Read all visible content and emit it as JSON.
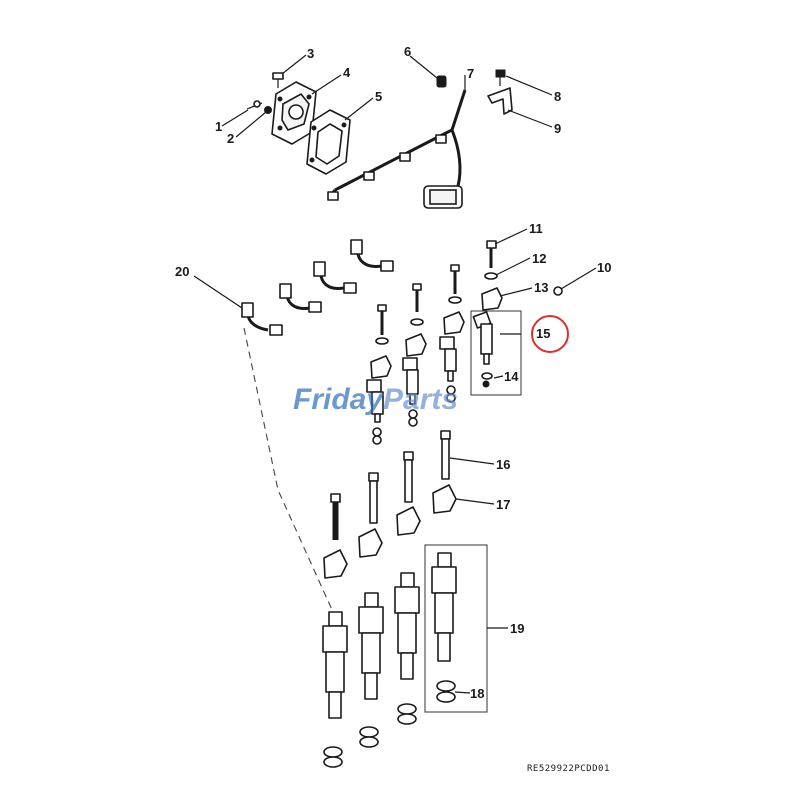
{
  "callouts": [
    "1",
    "2",
    "3",
    "4",
    "5",
    "6",
    "7",
    "8",
    "9",
    "10",
    "11",
    "12",
    "13",
    "14",
    "15",
    "16",
    "17",
    "18",
    "19",
    "20"
  ],
  "highlighted_callout": "15",
  "drawing_code": "RE529922PCDD01",
  "watermark": {
    "part1": "Friday",
    "part2": "Parts",
    "color1": "#2f6fb8",
    "color2": "#6b8fd0"
  },
  "colors": {
    "line": "#1a1a1a",
    "highlight": "#d9302c",
    "background": "#ffffff"
  }
}
